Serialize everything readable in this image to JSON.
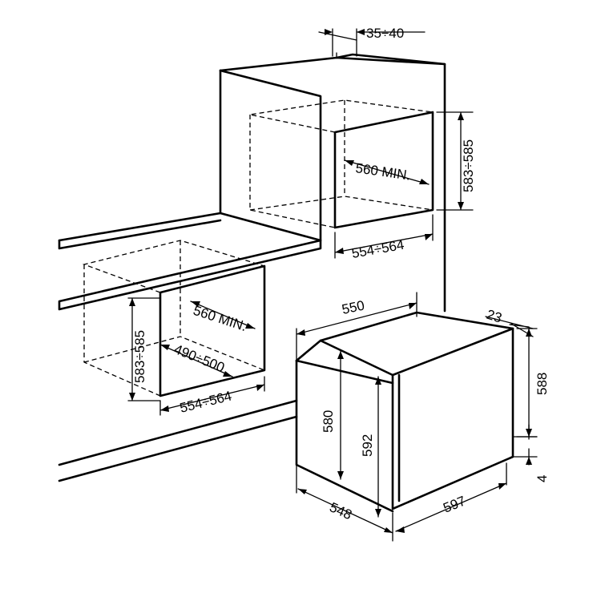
{
  "dimensions": {
    "top_gap": "35÷40",
    "upper_width_min": "560 MIN.",
    "upper_height": "583÷585",
    "upper_opening_width": "554÷564",
    "lower_width_min": "560 MIN.",
    "lower_depth": "490÷500",
    "lower_height": "583÷585",
    "lower_opening_width": "554÷564",
    "oven_depth_top": "550",
    "oven_frame": "23",
    "oven_height_body": "580",
    "oven_height_front": "592",
    "oven_height_frame": "588",
    "oven_depth_bottom": "548",
    "oven_width": "597",
    "oven_bottom_gap": "4"
  }
}
